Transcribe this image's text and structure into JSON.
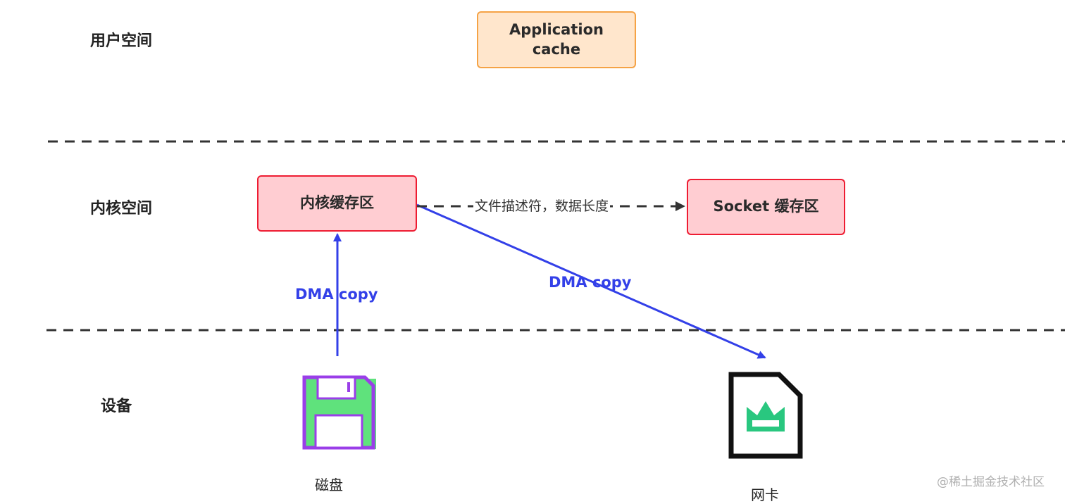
{
  "layers": {
    "user_space": "用户空间",
    "kernel_space": "内核空间",
    "device": "设备"
  },
  "nodes": {
    "application_cache": "Application cache",
    "kernel_buffer": "内核缓存区",
    "socket_buffer": "Socket 缓存区"
  },
  "edges": {
    "disk_to_kernel": "DMA copy",
    "kernel_to_nic": "DMA copy",
    "kernel_to_socket": "文件描述符，数据长度"
  },
  "devices": {
    "disk": "磁盘",
    "nic": "网卡"
  },
  "watermark": "@稀土掘金技术社区",
  "colors": {
    "app_box_fill": "#ffe6cc",
    "app_box_border": "#f5a346",
    "kernel_box_fill": "#ffcdd2",
    "kernel_box_border": "#ee1c32",
    "dma_arrow": "#3340e8",
    "dashed_line": "#333333",
    "disk_icon_fill": "#5fe27c",
    "disk_icon_border": "#9a3ee8",
    "nic_icon_accent": "#29c77f"
  },
  "icons": {
    "disk": "floppy-disk-icon",
    "nic": "network-card-icon"
  }
}
